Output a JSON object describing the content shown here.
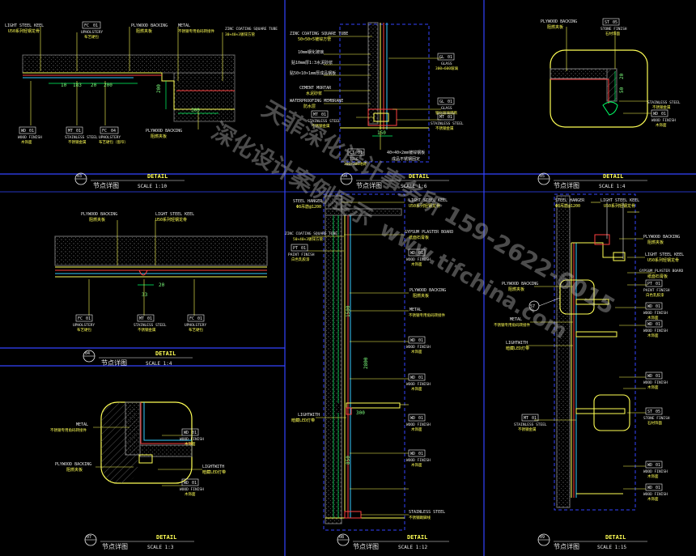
{
  "colors": {
    "background": "#000000",
    "frame": "#3344ff",
    "wall": "#6a6a6a",
    "leader": "#ffff55",
    "dim": "#00ff66",
    "finish": "#ff4040",
    "cyan": "#33ccff",
    "text": "#e8e8e8"
  },
  "watermark": {
    "line1": "天菲深化设计事务所",
    "line2": "深化设计案例展示",
    "phone": "159-2622-6015",
    "url": "www.tifchina.com"
  },
  "panels": {
    "p1": {
      "num": "03",
      "title": "DETAIL",
      "cn": "节点详图",
      "scale": "SCALE 1:10",
      "labels": {
        "keel": "LIGHT STEEL KEEL",
        "keel_cn": "U50系列轻钢龙骨",
        "fc": "FC",
        "fc_n": "01",
        "fc_t": "UPHOLSTERY",
        "fc_cn": "布艺硬包",
        "plywood": "PLYWOOD BACKING",
        "plywood_cn": "阻燃夹板",
        "metal": "METAL",
        "metal_cn": "不锈钢专用角码转接件",
        "tube": "ZINC COATING SQUARE TUBE",
        "tube_cn": "30×40×3镀锌方管",
        "wd": "WD",
        "wd_n": "01",
        "wd_t": "WOOD FINISH",
        "wd_cn": "木饰面",
        "mt": "MT",
        "mt_n": "01",
        "mt_t": "STAINLESS STEEL",
        "mt_cn": "不锈钢金属",
        "fc4": "FC",
        "fc4_n": "04",
        "fc4_t": "UPHOLSTERY",
        "fc4_cn": "布艺硬包（窗帘）",
        "ply2": "PLYWOOD BACKING",
        "ply2_cn": "阻燃夹板"
      },
      "dims": [
        "10",
        "183",
        "20",
        "200",
        "200",
        "300"
      ]
    },
    "p2": {
      "num": "04",
      "title": "DETAIL",
      "cn": "节点详图",
      "scale": "SCALE 1:6",
      "labels": {
        "tube": "ZINC COATING SQUARE TUBE",
        "tube_cn": "50×50×5镀锌方管",
        "l1": "10mm钢化玻璃",
        "l2": "贴10mm厚1:3水泥砂浆",
        "l3": "贴50×10×1mm厚成品钢板",
        "cement": "CEMENT MORTAR",
        "cement_cn": "水泥砂浆",
        "water": "WATERPROOFING MEMBRANE",
        "water_cn": "防水层",
        "gl": "GL",
        "gl_n": "01",
        "gl_t": "GLASS",
        "gl_cn": "300×600玻璃",
        "gl2": "GL",
        "gl2_n": "01",
        "gl2_t": "GLASS",
        "gl2_cn": "钢化玻璃隔断",
        "mt": "MT",
        "mt_n": "01",
        "mt_t": "STAINLESS STEEL",
        "mt_cn": "不锈钢金属",
        "mt2": "MT",
        "mt2_n": "01",
        "mt2_t": "STAINLESS STEEL",
        "mt2_cn": "不锈钢金属",
        "ct": "CT",
        "ct_n": "01",
        "ct_t": "TILE",
        "ct_cn": "300×300地砖",
        "bottom": "40×40×2mm镀锌钢板",
        "bottom2": "成品不锈钢固定"
      },
      "dims": [
        "150"
      ]
    },
    "p3": {
      "num": "05",
      "title": "DETAIL",
      "cn": "节点详图",
      "scale": "SCALE 1:4",
      "labels": {
        "plywood": "PLYWOOD BACKING",
        "plywood_cn": "阻燃夹板",
        "st": "ST",
        "st_n": "05",
        "st_t": "STONE FINISH",
        "st_cn": "石材饰面",
        "ss": "STAINLESS STEEL",
        "ss_cn": "不锈钢金属",
        "wd": "WD",
        "wd_n": "01",
        "wd_t": "WOOD FINISH",
        "wd_cn": "木饰面"
      },
      "dims": [
        "20",
        "50"
      ]
    },
    "p4": {
      "num": "04",
      "title": "DETAIL",
      "cn": "节点详图",
      "scale": "SCALE 1:4",
      "labels": {
        "plywood": "PLYWOOD BACKING",
        "plywood_cn": "阻燃夹板",
        "keel": "LIGHT STEEL KEEL",
        "keel_cn": "U50系列轻钢龙骨",
        "fc": "FC",
        "fc_n": "01",
        "fc_t": "UPHOLSTERY",
        "fc_cn": "布艺硬包",
        "mt": "MT",
        "mt_n": "01",
        "mt_t": "STAINLESS STEEL",
        "mt_cn": "不锈钢金属",
        "fc2": "FC",
        "fc2_n": "01",
        "fc2_t": "UPHOLSTERY",
        "fc2_cn": "布艺硬包"
      },
      "dims": [
        "20",
        "33"
      ]
    },
    "p5": {
      "num": "07",
      "title": "DETAIL",
      "cn": "节点详图",
      "scale": "SCALE 1:3",
      "labels": {
        "metal": "METAL",
        "metal_cn": "不锈钢专用角码转接件",
        "plywood": "PLYWOOD BACKING",
        "plywood_cn": "阻燃夹板",
        "wd": "WD",
        "wd_n": "01",
        "wd_t": "WOOD FINISH",
        "wd_cn": "木饰面",
        "lw": "LIGHTWITH",
        "lw_cn": "暗藏LED灯带",
        "wd2": "WD",
        "wd2_n": "01",
        "wd2_t": "WOOD FINISH",
        "wd2_cn": "木饰面"
      }
    },
    "p6": {
      "num": "08",
      "title": "DETAIL",
      "cn": "节点详图",
      "scale": "SCALE 1:12",
      "labels": {
        "hanger": "STEEL HANGER",
        "hanger_cn": "Φ8吊筋@1200",
        "keel": "LIGHT STEEL KEEL",
        "keel_cn": "U50系列轻钢龙骨",
        "tube": "ZINC COATING SQUARE TUBE",
        "tube_cn": "50×40×3镀锌方管",
        "gypsum": "GYPSUM PLASTER BOARD",
        "gypsum_cn": "纸面石膏板",
        "pt": "PT",
        "pt_n": "01",
        "pt_t": "PAINT FINISH",
        "pt_cn": "白色乳胶漆",
        "wd": "WD",
        "wd_n": "01",
        "wd_t": "WOOD FINISH",
        "wd_cn": "木饰面",
        "plywood": "PLYWOOD BACKING",
        "plywood_cn": "阻燃夹板",
        "metal": "METAL",
        "metal_cn": "不锈钢专用角码转接件",
        "wd2": "WD",
        "wd2_n": "01",
        "wd2_t": "WOOD FINISH",
        "wd2_cn": "木饰面",
        "lw": "LIGHTWITH",
        "lw_cn": "暗藏LED灯带",
        "wd3": "WD",
        "wd3_n": "01",
        "wd3_t": "WOOD FINISH",
        "wd3_cn": "木饰面",
        "wd4": "WD",
        "wd4_n": "01",
        "wd4_t": "WOOD FINISH",
        "wd4_cn": "木饰面",
        "wd5": "WD",
        "wd5_n": "01",
        "wd5_t": "WOOD FINISH",
        "wd5_cn": "木饰面",
        "ss": "STAINLESS STEEL",
        "ss_cn": "不锈钢踢脚线"
      },
      "dims": [
        "1500",
        "2800",
        "300",
        "850"
      ]
    },
    "p7": {
      "num": "09",
      "title": "DETAIL",
      "cn": "节点详图",
      "scale": "SCALE 1:15",
      "labels": {
        "hanger": "STEEL HANGER",
        "hanger_cn": "Φ8吊筋@1200",
        "keel": "LIGHT STEEL KEEL",
        "keel_cn": "U50系列轻钢龙骨",
        "plywood": "PLYWOOD BACKING",
        "plywood_cn": "阻燃夹板",
        "keel2": "LIGHT STEEL KEEL",
        "keel2_cn": "U50系列轻钢龙骨",
        "gypsum": "GYPSUM PLASTER BOARD",
        "gypsum_cn": "纸面石膏板",
        "pt": "PT",
        "pt_n": "01",
        "pt_t": "PAINT FINISH",
        "pt_cn": "白色乳胶漆",
        "ply2": "PLYWOOD BACKING",
        "ply2_cn": "阻燃夹板",
        "wd": "WD",
        "wd_n": "01",
        "wd_t": "WOOD FINISH",
        "wd_cn": "木饰面",
        "metal": "METAL",
        "metal_cn": "不锈钢专用角码转接件",
        "lw": "LIGHTWITH",
        "lw_cn": "暗藏LED灯带",
        "wd2": "WD",
        "wd2_n": "01",
        "wd2_t": "WOOD FINISH",
        "wd2_cn": "木饰面",
        "wd3": "WD",
        "wd3_n": "01",
        "wd3_t": "WOOD FINISH",
        "wd3_cn": "木饰面",
        "mt": "MT",
        "mt_n": "01",
        "mt_t": "STAINLESS STEEL",
        "mt_cn": "不锈钢金属",
        "st": "ST",
        "st_n": "05",
        "st_t": "STONE FINISH",
        "st_cn": "石材饰面",
        "wd4": "WD",
        "wd4_n": "01",
        "wd4_t": "WOOD FINISH",
        "wd4_cn": "木饰面",
        "wd5": "WD",
        "wd5_n": "01",
        "wd5_t": "WOOD FINISH",
        "wd5_cn": "木饰面",
        "bubble": "57"
      }
    }
  }
}
